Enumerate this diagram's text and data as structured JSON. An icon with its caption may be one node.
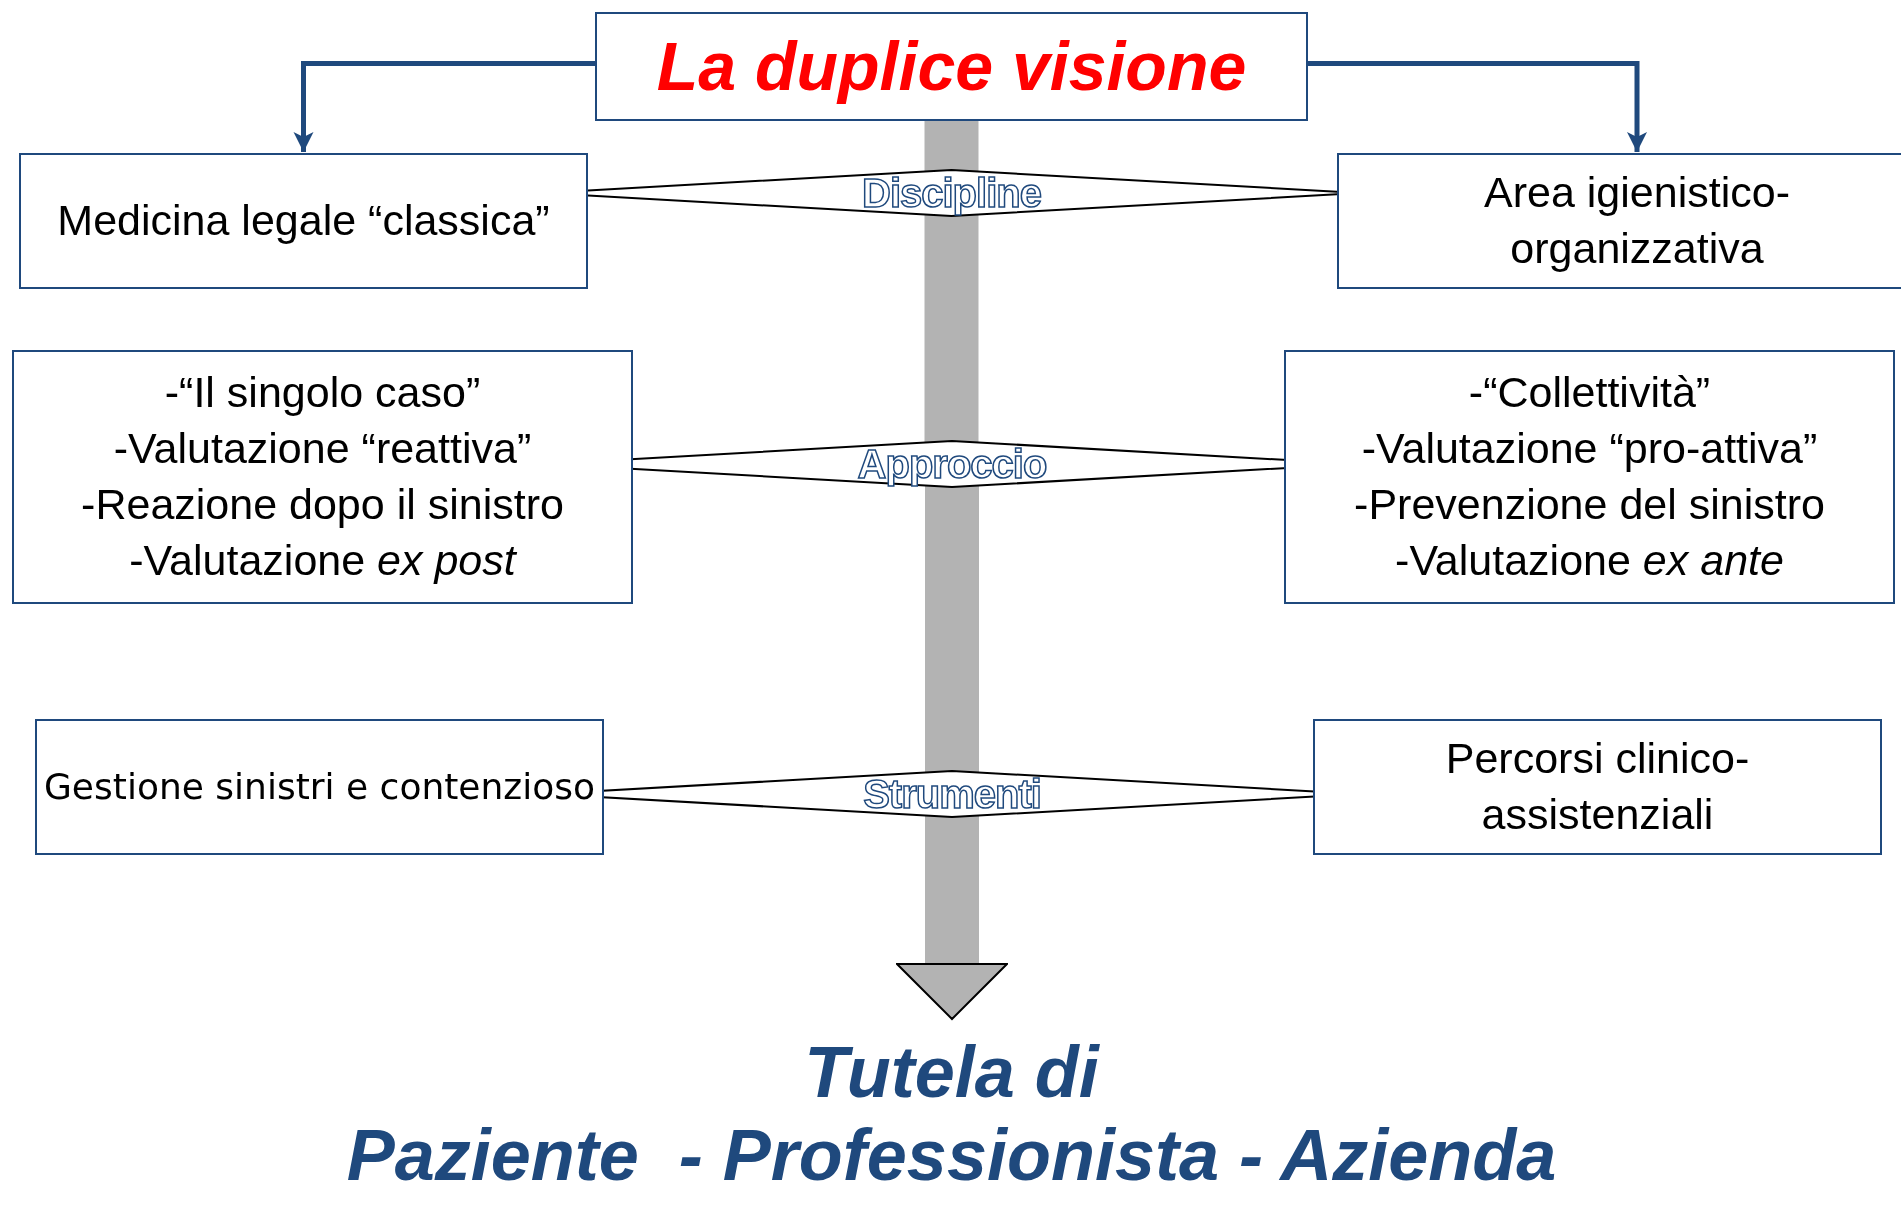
{
  "diagram": {
    "nodes": [
      {
        "text": [
          "La duplice visione"
        ]
      },
      {
        "text": [
          "Medicina legale “classica”"
        ]
      },
      {
        "text": [
          "Area igienistico-organizzativa"
        ]
      },
      {
        "text": [
          "-“Il singolo caso”",
          "-Valutazione “reattiva”",
          "-Reazione dopo il sinistro",
          "-Valutazione *ex post*"
        ]
      },
      {
        "text": [
          "-“Collettività”",
          "-Valutazione “pro-attiva”",
          "-Prevenzione del sinistro",
          "-Valutazione *ex ante*"
        ]
      },
      {
        "text": [
          "Gestione sinistri e contenzioso"
        ]
      },
      {
        "text": [
          "Percorsi clinico-assistenziali"
        ]
      },
      {
        "text": [
          "Discipline"
        ]
      },
      {
        "text": [
          "Approccio"
        ]
      },
      {
        "text": [
          "Strumenti"
        ]
      },
      {
        "text": [
          "Tutela di",
          "Paziente  - Professionista - Azienda"
        ]
      }
    ],
    "edges": [
      {
        "from": 0,
        "to": 1,
        "arrow": "to",
        "color": "#1f497d"
      },
      {
        "from": 0,
        "to": 2,
        "arrow": "to",
        "color": "#1f497d"
      },
      {
        "from": 0,
        "to": 7,
        "arrow": "none"
      },
      {
        "from": 7,
        "to": 8,
        "arrow": "none"
      },
      {
        "from": 8,
        "to": 9,
        "arrow": "none"
      },
      {
        "from": 9,
        "to": 10,
        "arrow": "to"
      }
    ]
  }
}
